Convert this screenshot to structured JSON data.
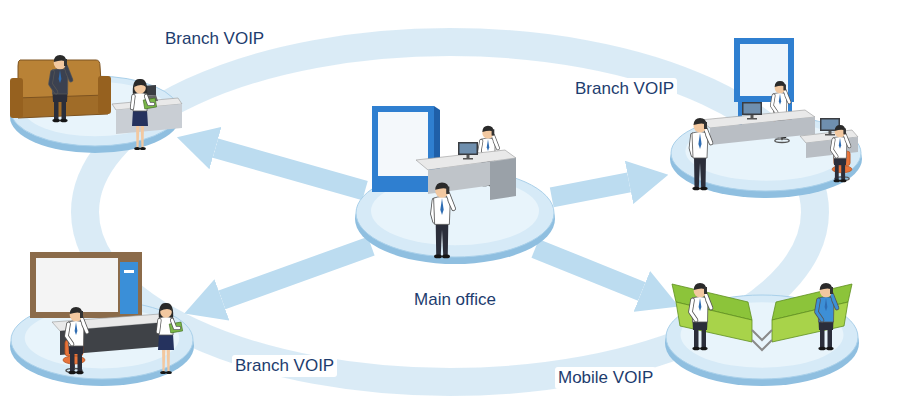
{
  "diagram": {
    "nodes": [
      {
        "text": [
          "Branch VOIP"
        ]
      },
      {
        "text": [
          "Branch VOIP"
        ]
      },
      {
        "text": [
          "Main office"
        ]
      },
      {
        "text": [
          "Branch VOIP"
        ]
      },
      {
        "text": [
          "Mobile VOIP"
        ]
      }
    ],
    "edges": [
      {
        "from": 2,
        "to": 0,
        "arrow": "to"
      },
      {
        "from": 2,
        "to": 1,
        "arrow": "to"
      },
      {
        "from": 2,
        "to": 3,
        "arrow": "to"
      },
      {
        "from": 2,
        "to": 4,
        "arrow": "to"
      }
    ]
  }
}
